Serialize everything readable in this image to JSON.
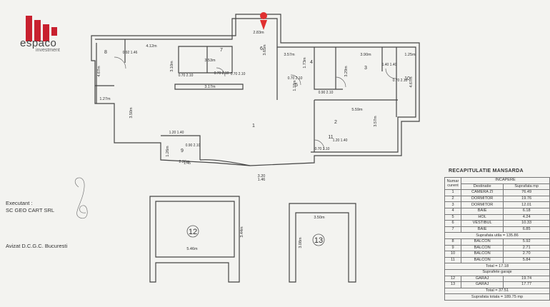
{
  "logo": {
    "brand": "espaco",
    "tagline": "investment",
    "color_red": "#c8202f",
    "color_gray": "#555555"
  },
  "executant": {
    "label": "Executant :",
    "name": "SC GEO CART SRL"
  },
  "avizat": "Avizat D.C.G.C. Bucuresti",
  "plan": {
    "dimensions": [
      "4.12m",
      "3.53m",
      "2.83m",
      "3.65m",
      "3.57m",
      "3.90m",
      "1.25m",
      "4.67m",
      "1.27m",
      "3.50m",
      "3.10m",
      "3.17m",
      "5.59m",
      "3.57m",
      "3.29m",
      "4.67m",
      "1.73m",
      "1.18m",
      "1.26m",
      "2.26m",
      "3.20",
      "1.46",
      "5.46m",
      "3.44m",
      "3.50m",
      "3.08m"
    ],
    "openings": [
      "0.92 1.46",
      "0.70 2.10",
      "0.70 2.10",
      "0.70 2.10",
      "0.70 2.10",
      "0.90 2.10",
      "1.40 1.40",
      "0.70 2.10",
      "1.20 1.40",
      "0.90 2.10",
      "0.70 2.10",
      "1.20 1.40",
      "1.46"
    ],
    "rooms": [
      "1",
      "2",
      "3",
      "4",
      "5",
      "6",
      "7",
      "8",
      "9",
      "10",
      "11",
      "12",
      "13"
    ]
  },
  "recap": {
    "title": "RECAPITULATIE MANSARDA",
    "header_nr": "Numar curent",
    "header_incapere": "INCAPERE",
    "header_destinatie": "Destinatie",
    "header_suprafata": "Suprafata mp",
    "rows_utile": [
      {
        "nr": "1",
        "dest": "CAMERA ZI",
        "sup": "76.49"
      },
      {
        "nr": "2",
        "dest": "DORMITOR",
        "sup": "19.76"
      },
      {
        "nr": "3",
        "dest": "DORMITOR",
        "sup": "12.01"
      },
      {
        "nr": "4",
        "dest": "BAIE",
        "sup": "6.18"
      },
      {
        "nr": "5",
        "dest": "HOL",
        "sup": "4.24"
      },
      {
        "nr": "6",
        "dest": "VESTIBUL",
        "sup": "10.33"
      },
      {
        "nr": "7",
        "dest": "BAIE",
        "sup": "6.85"
      }
    ],
    "subtotal_utila": "Suprafata utila = 135.86",
    "rows_balcon": [
      {
        "nr": "8",
        "dest": "BALCON",
        "sup": "5.92"
      },
      {
        "nr": "9",
        "dest": "BALCON",
        "sup": "2.71"
      },
      {
        "nr": "10",
        "dest": "BALCON",
        "sup": "2.70"
      },
      {
        "nr": "11",
        "dest": "BALCON",
        "sup": "5.84"
      }
    ],
    "total_balcon": "Total = 17.18",
    "garaje_title": "Suprafete garaje",
    "rows_garaj": [
      {
        "nr": "12",
        "dest": "GARAJ",
        "sup": "19.74"
      },
      {
        "nr": "13",
        "dest": "GARAJ",
        "sup": "17.77"
      }
    ],
    "total_garaj": "Total = 37.51",
    "total_final": "Suprafata totala = 189.75 mp"
  }
}
